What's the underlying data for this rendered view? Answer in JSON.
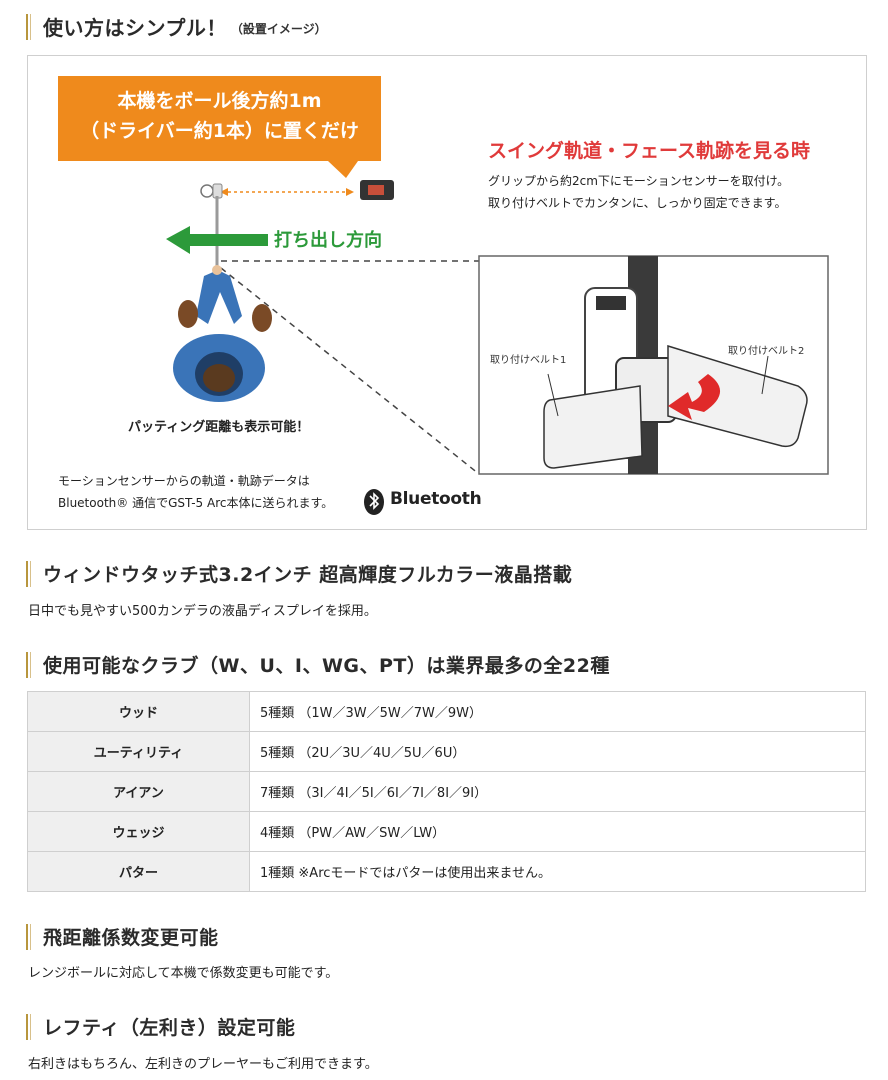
{
  "section1": {
    "title": "使い方はシンプル！",
    "subtitle": "（設置イメージ）"
  },
  "illustration": {
    "callout_line1": "本機をボール後方約1m",
    "callout_line2": "（ドライバー約1本）に置くだけ",
    "swing_title": "スイング軌道・フェース軌跡を見る時",
    "swing_desc_line1": "グリップから約2cm下にモーションセンサーを取付け。",
    "swing_desc_line2": "取り付けベルトでカンタンに、しっかり固定できます。",
    "direction_label": "打ち出し方向",
    "putting_label": "パッティング距離も表示可能！",
    "bt_desc_line1": "モーションセンサーからの軌道・軌跡データは",
    "bt_desc_line2": "Bluetooth® 通信でGST-5 Arc本体に送られます。",
    "bt_logo_text": "Bluetooth",
    "belt1_label": "取り付けベルト1",
    "belt2_label": "取り付けベルト2",
    "icons": [
      "bluetooth-icon",
      "golfer-icon",
      "device-icon",
      "arrow-left-icon",
      "sensor-icon"
    ],
    "colors": {
      "callout": "#ef8a1c",
      "swing_title": "#e03a3a",
      "direction": "#2c9a3a"
    }
  },
  "section2": {
    "title": "ウィンドウタッチ式3.2インチ 超高輝度フルカラー液晶搭載",
    "desc": "日中でも見やすい500カンデラの液晶ディスプレイを採用。"
  },
  "section3": {
    "title": "使用可能なクラブ（W、U、I、WG、PT）は業界最多の全22種",
    "rows": [
      {
        "club": "ウッド",
        "spec": "5種類 （1W／3W／5W／7W／9W）"
      },
      {
        "club": "ユーティリティ",
        "spec": "5種類 （2U／3U／4U／5U／6U）"
      },
      {
        "club": "アイアン",
        "spec": "7種類 （3I／4I／5I／6I／7I／8I／9I）"
      },
      {
        "club": "ウェッジ",
        "spec": "4種類 （PW／AW／SW／LW）"
      },
      {
        "club": "パター",
        "spec": "1種類 ※Arcモードではパターは使用出来ません。"
      }
    ]
  },
  "section4": {
    "title": "飛距離係数変更可能",
    "desc": "レンジボールに対応して本機で係数変更も可能です。"
  },
  "section5": {
    "title": "レフティ（左利き）設定可能",
    "desc": "右利きはもちろん、左利きのプレーヤーもご利用できます。"
  },
  "accent_color": "#b8963e"
}
